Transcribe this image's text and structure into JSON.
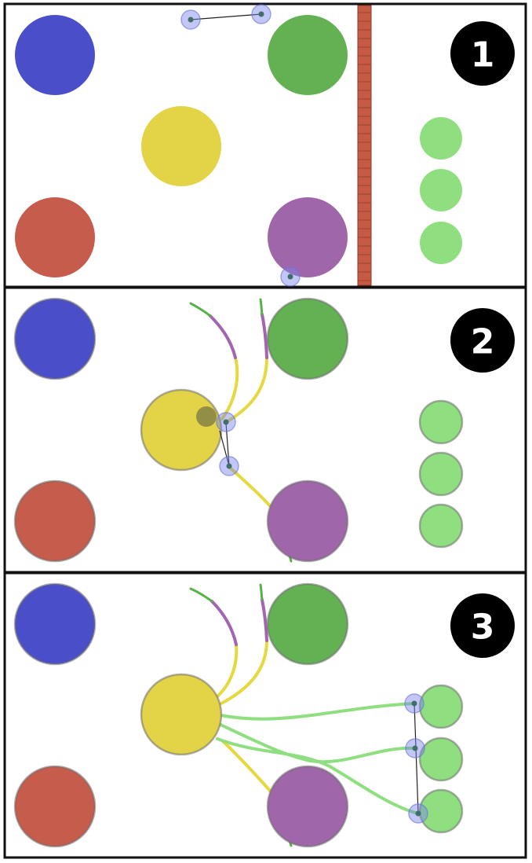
{
  "colors": {
    "blue": "#4a4fc9",
    "green": "#63b152",
    "yellow": "#e3d347",
    "red": "#c65c4b",
    "purple": "#a066aa",
    "light_green": "#8fdf80",
    "wall": "#c65a45",
    "trail_yellow": "#e6d83f",
    "trail_purple": "#a464b3",
    "trail_green": "#55b247",
    "trail_light_green": "#8fdf80"
  },
  "panels": [
    {
      "id": "panel-1",
      "label": "1"
    },
    {
      "id": "panel-2",
      "label": "2"
    },
    {
      "id": "panel-3",
      "label": "3"
    }
  ],
  "icons": {
    "node": "circle",
    "touch_point": "translucent-blue-circle",
    "wall": "brick-wall"
  }
}
